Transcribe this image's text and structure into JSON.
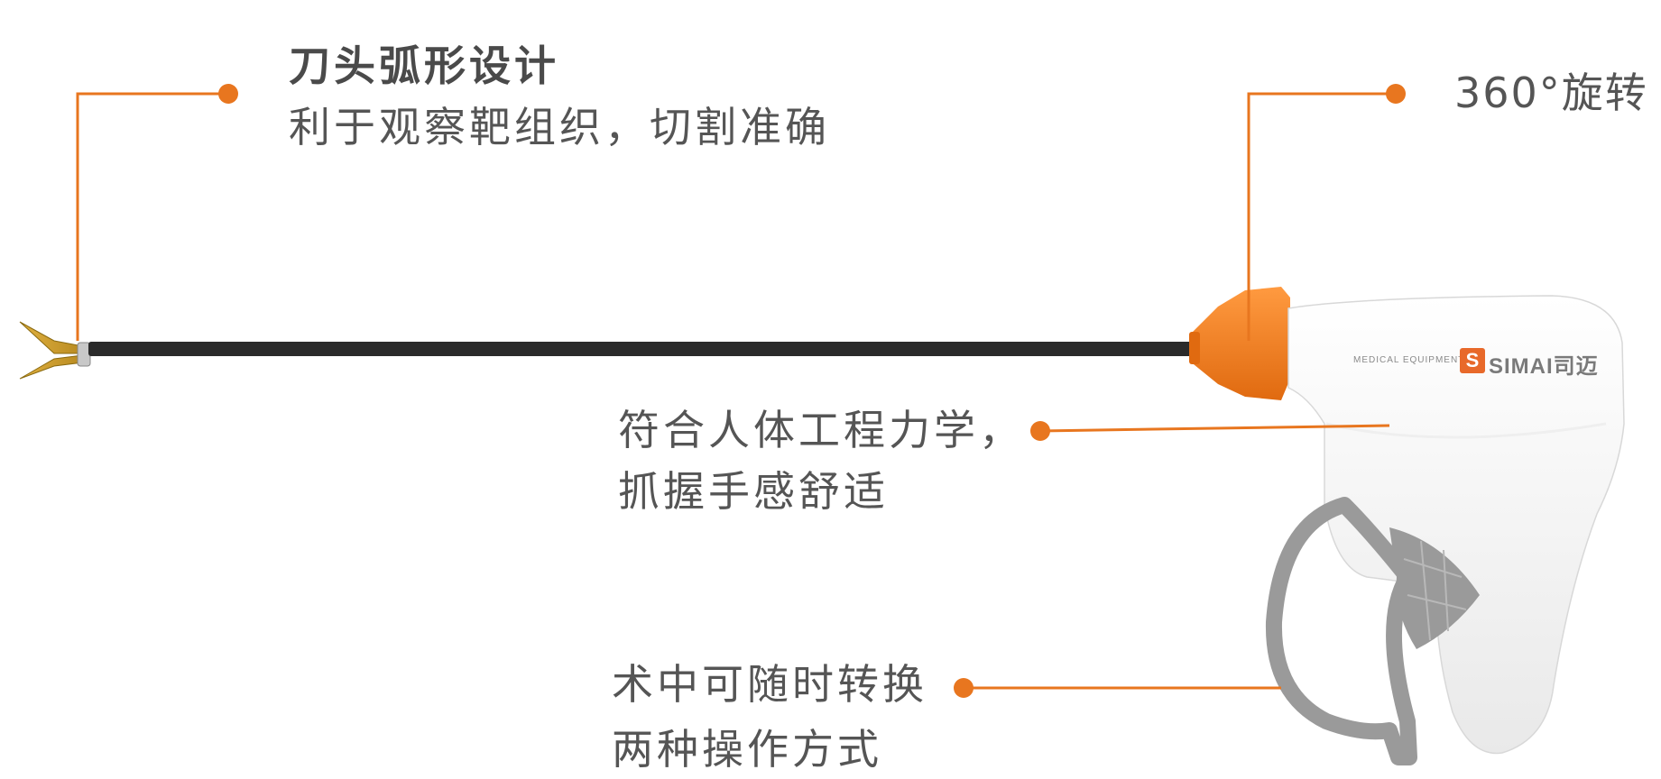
{
  "features": [
    {
      "title": "刀头弧形设计",
      "desc": "利于观察靶组织，切割准确"
    },
    {
      "title": "360°旋转"
    },
    {
      "line1": "符合人体工程力学，",
      "line2": "抓握手感舒适"
    },
    {
      "line1": "术中可随时转换",
      "line2": "两种操作方式"
    }
  ],
  "brand": {
    "subtitle": "MEDICAL EQUIPMENT",
    "logo_letter": "S",
    "name": "SIMAI司迈"
  },
  "colors": {
    "accent": "#e8761f",
    "text": "#555555",
    "shaft": "#2a2a2a",
    "grip": "#9a9a9a"
  }
}
